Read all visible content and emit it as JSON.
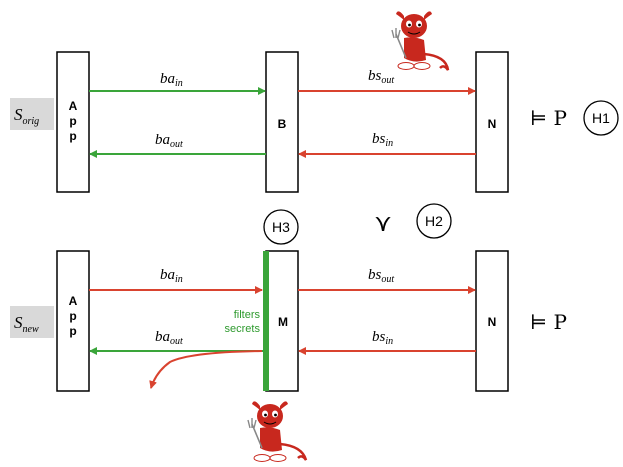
{
  "scenarios": {
    "orig": {
      "label_main": "S",
      "label_sub": "orig",
      "app_letters": [
        "A",
        "p",
        "p"
      ],
      "middle_label": "B",
      "right_label": "N",
      "sat_text": "⊨ P",
      "hypothesis": "H1",
      "arrows": {
        "ba_in_main": "ba",
        "ba_in_sub": "in",
        "ba_out_main": "ba",
        "ba_out_sub": "out",
        "bs_out_main": "bs",
        "bs_out_sub": "out",
        "bs_in_main": "bs",
        "bs_in_sub": "in"
      }
    },
    "new": {
      "label_main": "S",
      "label_sub": "new",
      "app_letters": [
        "A",
        "p",
        "p"
      ],
      "middle_label": "M",
      "right_label": "N",
      "sat_text": "⊨ P",
      "filter_line1": "filters",
      "filter_line2": "secrets",
      "hypothesis": "H3",
      "arrows": {
        "ba_in_main": "ba",
        "ba_in_sub": "in",
        "ba_out_main": "ba",
        "ba_out_sub": "out",
        "bs_out_main": "bs",
        "bs_out_sub": "out",
        "bs_in_main": "bs",
        "bs_in_sub": "in"
      }
    }
  },
  "between": {
    "relation_symbol": "⋎",
    "hypothesis": "H2"
  },
  "colors": {
    "green": "#3aa53a",
    "red": "#d9432f",
    "label_bg": "#d9d9d9",
    "devil_red": "#c8281e"
  },
  "icons": {
    "top_attacker": "devil-mascot-icon",
    "bottom_attacker": "devil-mascot-icon"
  }
}
